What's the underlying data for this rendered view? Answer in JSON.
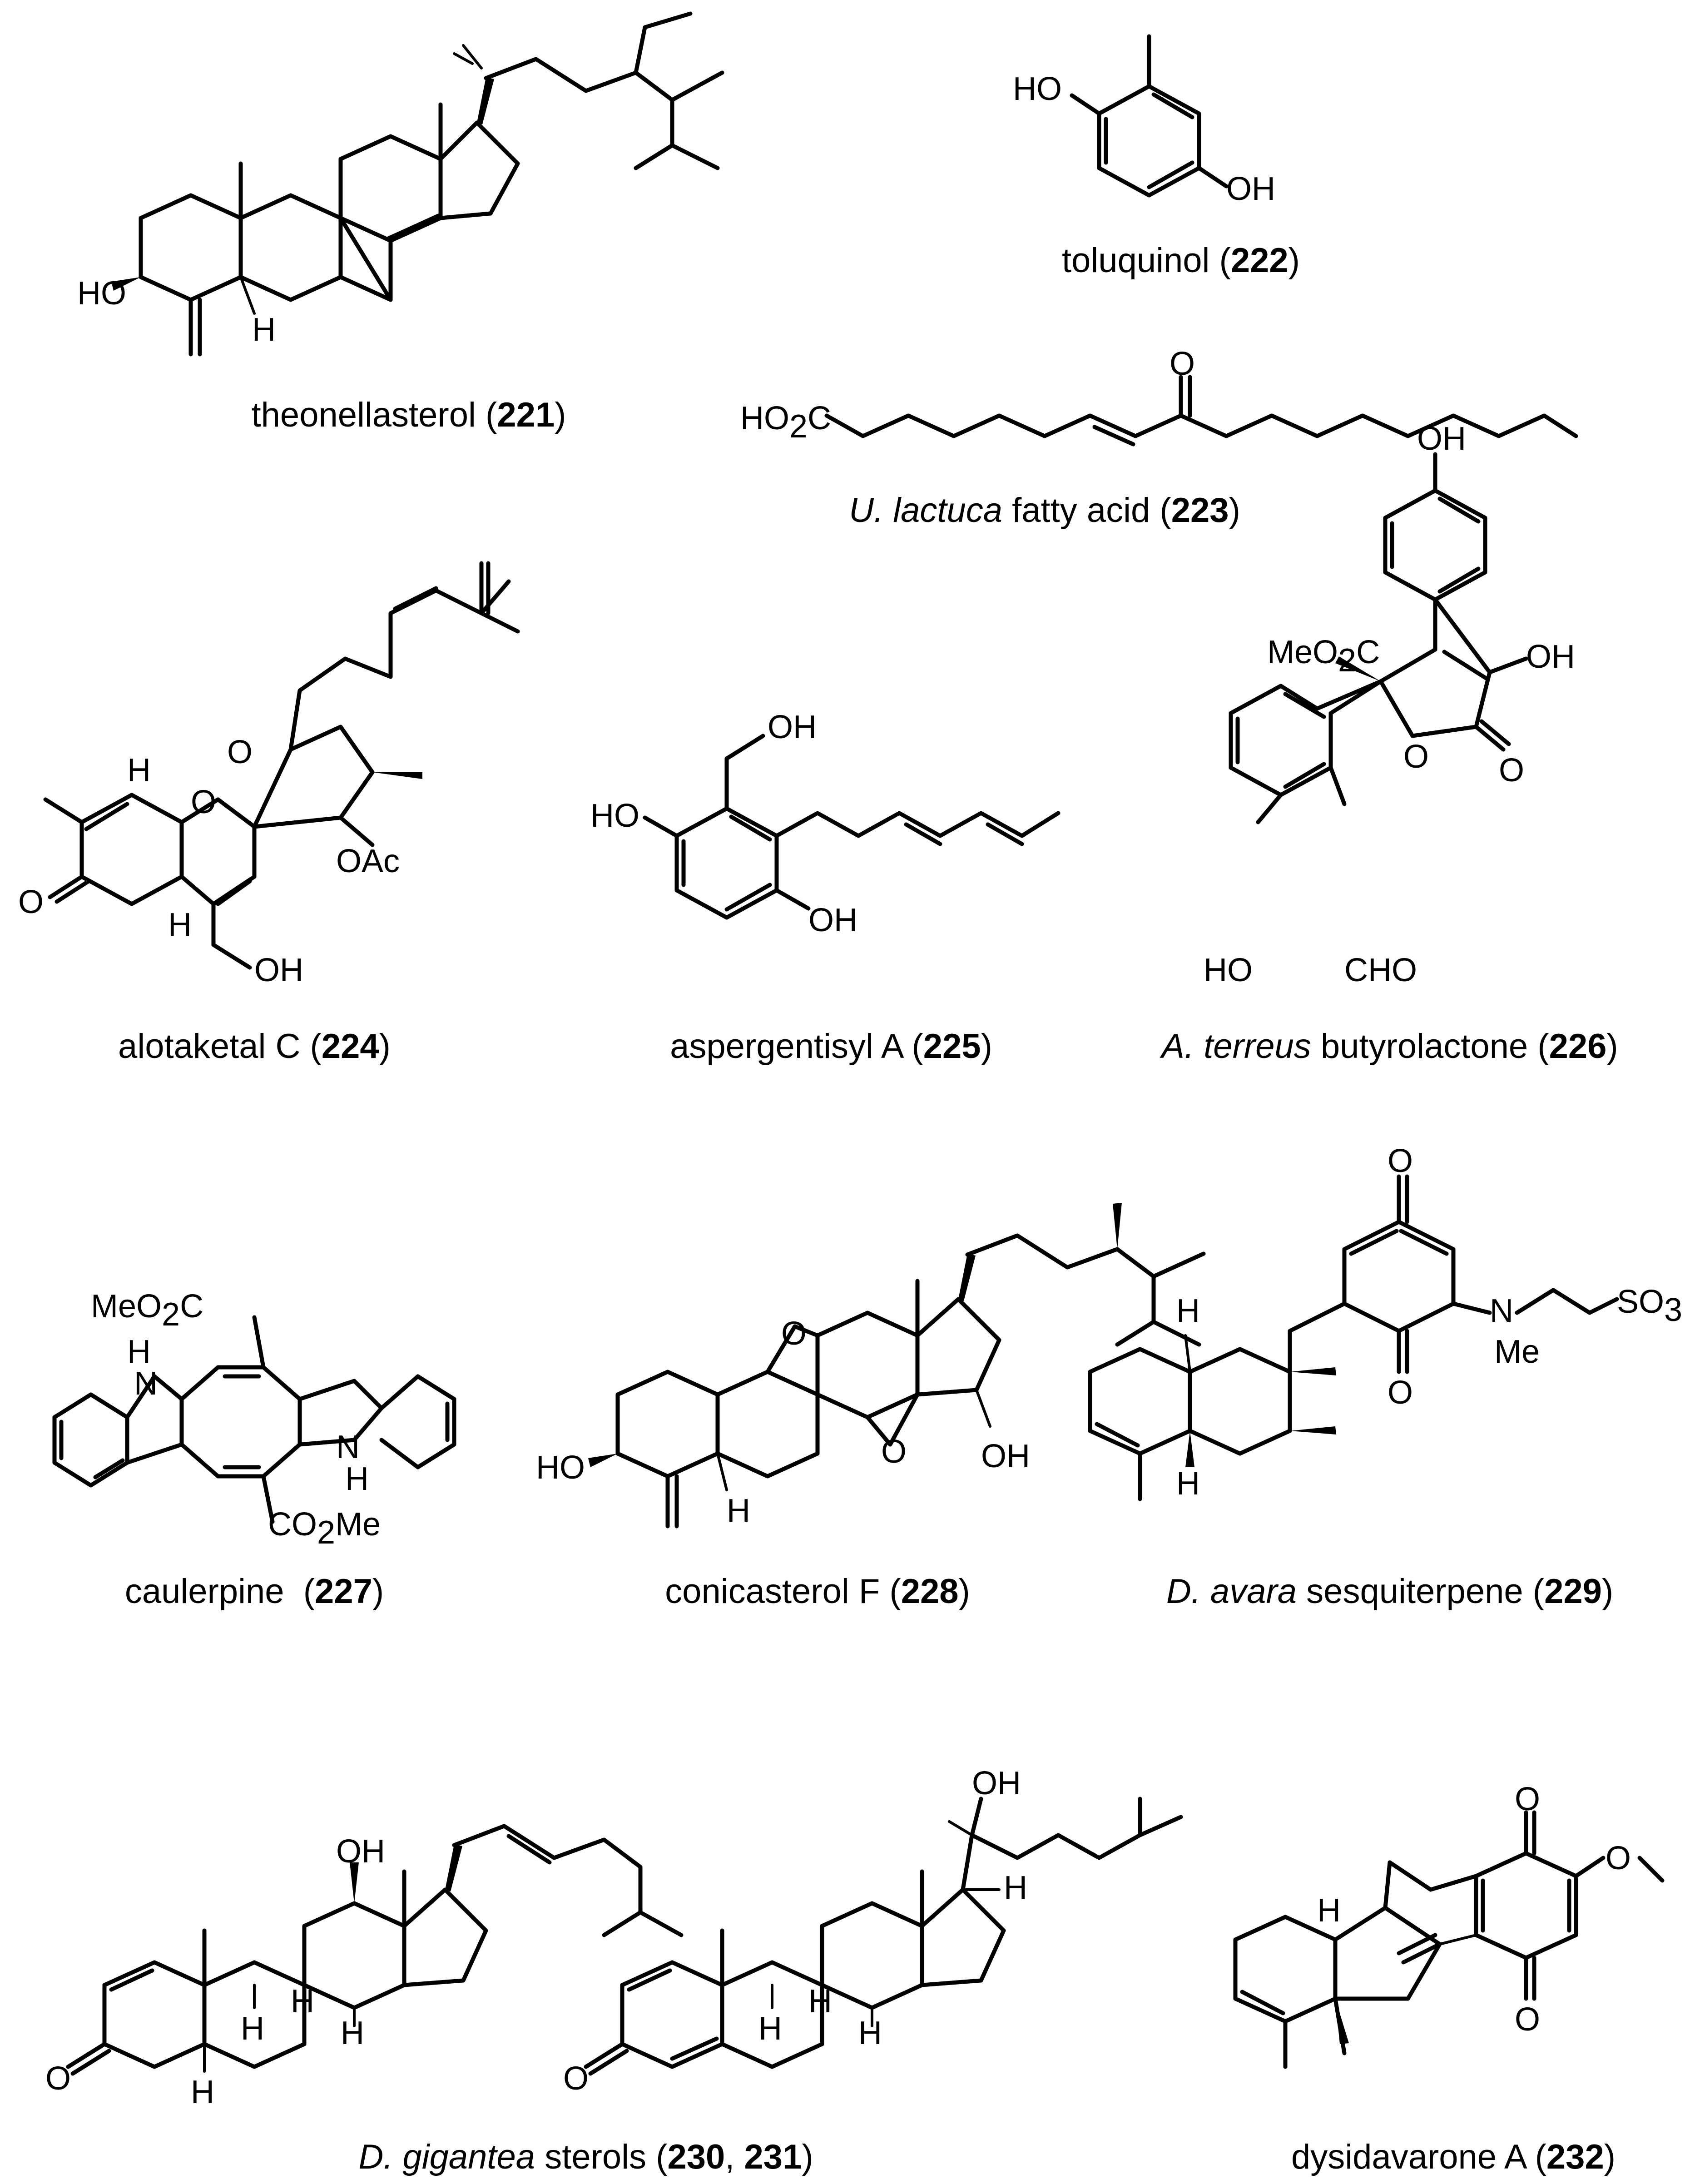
{
  "figure": {
    "compounds": [
      {
        "id": "221",
        "prefix": "",
        "name": "theonellasterol",
        "number_parts": [
          "221"
        ],
        "separators": []
      },
      {
        "id": "222",
        "prefix": "",
        "name": "toluquinol",
        "number_parts": [
          "222"
        ],
        "separators": []
      },
      {
        "id": "223",
        "prefix": "U. lactuca",
        "name": "fatty acid",
        "number_parts": [
          "223"
        ],
        "separators": []
      },
      {
        "id": "224",
        "prefix": "",
        "name": "alotaketal C",
        "number_parts": [
          "224"
        ],
        "separators": []
      },
      {
        "id": "225",
        "prefix": "",
        "name": "aspergentisyl A",
        "number_parts": [
          "225"
        ],
        "separators": []
      },
      {
        "id": "226",
        "prefix": "A. terreus",
        "name": "butyrolactone",
        "number_parts": [
          "226"
        ],
        "separators": []
      },
      {
        "id": "227",
        "prefix": "",
        "name": "caulerpine",
        "number_parts": [
          "227"
        ],
        "separators": []
      },
      {
        "id": "228",
        "prefix": "",
        "name": "conicasterol F",
        "number_parts": [
          "228"
        ],
        "separators": []
      },
      {
        "id": "229",
        "prefix": "D. avara",
        "name": "sesquiterpene",
        "number_parts": [
          "229"
        ],
        "separators": []
      },
      {
        "id": "230-231",
        "prefix": "D. gigantea",
        "name": "sterols",
        "number_parts": [
          "230",
          "231"
        ],
        "separators": [
          ", "
        ]
      },
      {
        "id": "232",
        "prefix": "",
        "name": "dysidavarone A",
        "number_parts": [
          "232"
        ],
        "separators": []
      }
    ],
    "atom_labels": {
      "hydroxyl": "OH",
      "hydroxyl_left": "HO",
      "hydrogen": "H",
      "oxygen": "O",
      "nitrogen": "N",
      "methyl_ester_left": "MeO",
      "methyl_ester_right": "CO",
      "methyl_suffix": "Me",
      "methyl": "Me",
      "carboxyl_left": "HO",
      "carbon": "C",
      "acetate": "OAc",
      "aldehyde": "CHO",
      "sulfonic": "SO",
      "sulfonic_h": "H",
      "subscript_2": "2",
      "subscript_3": "3",
      "indole_nh_top": "H",
      "indole_nh_bottom": "H"
    }
  }
}
